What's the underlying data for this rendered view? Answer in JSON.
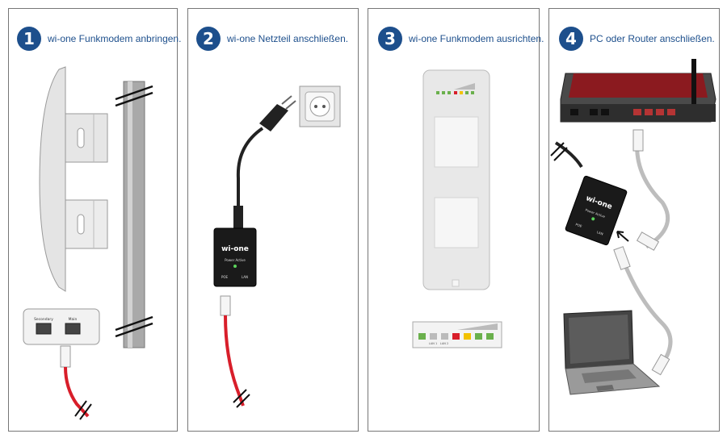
{
  "steps": [
    {
      "number": "1",
      "title": "wi-one Funkmodem anbringen."
    },
    {
      "number": "2",
      "title": "wi-one Netzteil anschließen."
    },
    {
      "number": "3",
      "title": "wi-one Funkmodem ausrichten."
    },
    {
      "number": "4",
      "title": "PC oder Router anschließen."
    }
  ],
  "modem_ports": {
    "secondary": "Secondary",
    "main": "Main"
  },
  "adapter": {
    "brand": "wi-one",
    "power_label": "Power Active",
    "poe": "POE",
    "lan": "LAN"
  },
  "led_labels": {
    "lan1": "LAN 1",
    "lan2": "LAN 2"
  },
  "colors": {
    "brand_blue": "#1d4f8c",
    "cable_red": "#d81e2a",
    "router_red": "#8b1a1f"
  }
}
